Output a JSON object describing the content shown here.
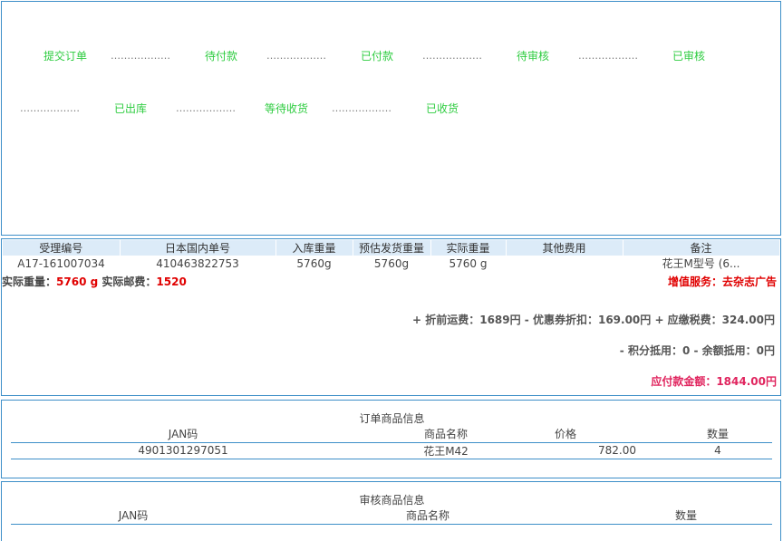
{
  "progress": {
    "steps": [
      "提交订单",
      "待付款",
      "已付款",
      "待审核",
      "已审核",
      "已出库",
      "等待收货",
      "已收货"
    ],
    "separator": "………………"
  },
  "order": {
    "headers": [
      "受理编号",
      "日本国内单号",
      "入库重量",
      "预估发货重量",
      "实际重量",
      "其他费用",
      "备注"
    ],
    "row": {
      "accept_no": "A17-161007034",
      "jp_tracking": "410463822753",
      "in_weight": "5760g",
      "est_weight": "5760g",
      "actual_weight": "5760 g",
      "other_fee": "",
      "remark": "花王M型号 (6..."
    },
    "actual_weight_label": "实际重量：",
    "actual_weight_value": "5760 g",
    "postage_label": "实际邮费：",
    "postage_value": "1520",
    "value_added": "增值服务：去杂志广告",
    "fee_line1": "+ 折前运费：1689円 - 优惠券折扣：169.00円 + 应缴税费：324.00円",
    "fee_line2": "- 积分抵用：0 - 余额抵用：0円",
    "total": "应付款金额：1844.00円"
  },
  "goods": {
    "title": "订单商品信息",
    "headers": [
      "JAN码",
      "商品名称",
      "价格",
      "数量"
    ],
    "rows": [
      {
        "jan": "4901301297051",
        "name": "花王M42",
        "price": "782.00",
        "qty": "4"
      }
    ]
  },
  "audit": {
    "title": "审核商品信息",
    "headers": [
      "JAN码",
      "商品名称",
      "数量"
    ]
  },
  "colors": {
    "accent": "#3d8fc8",
    "step_green": "#2ecc40",
    "header_bg": "#dcebf8",
    "red": "#e00000",
    "total_pink": "#e0245e"
  }
}
